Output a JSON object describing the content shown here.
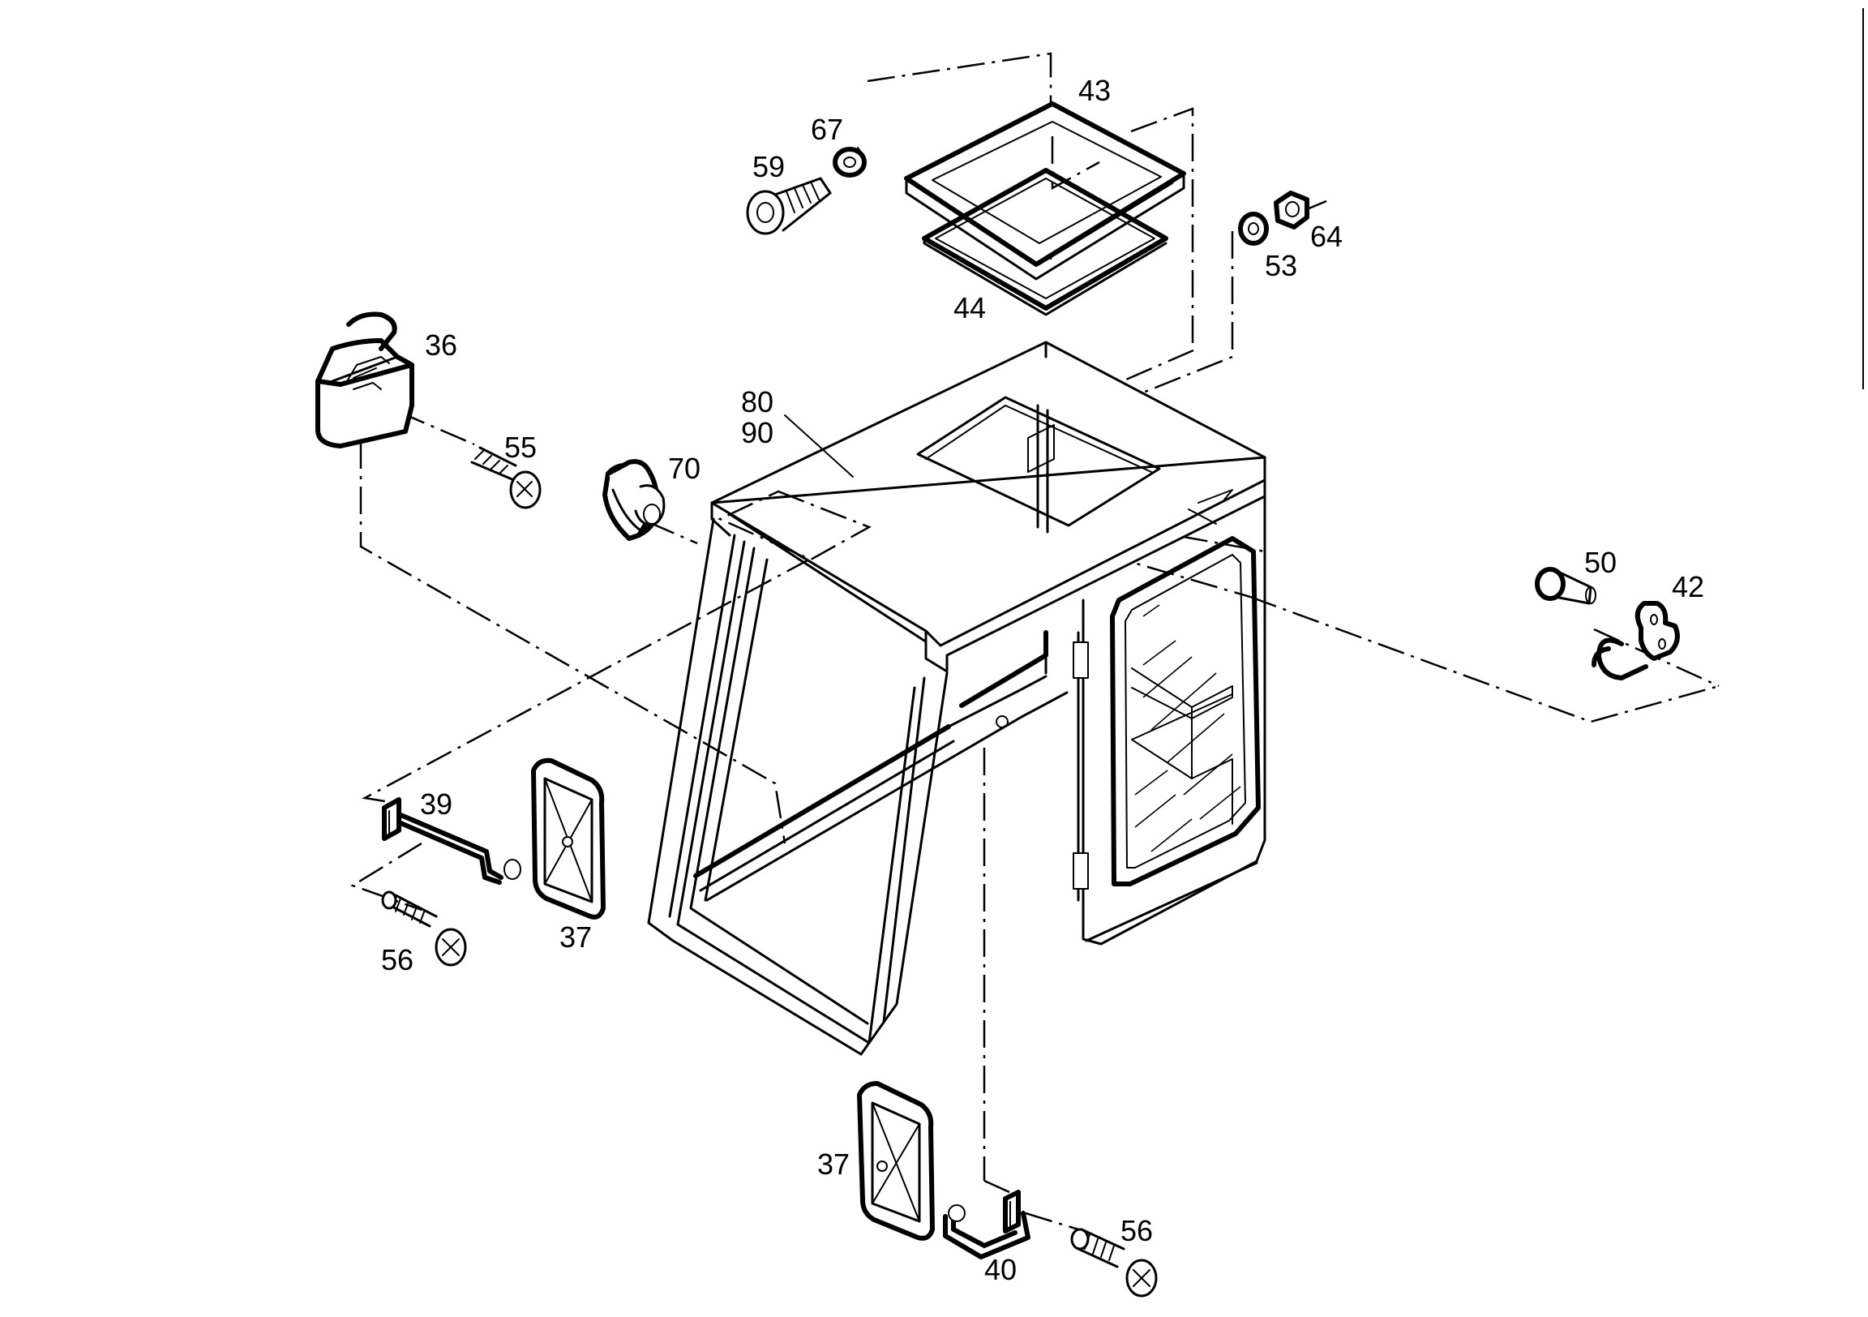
{
  "diagram": {
    "colors": {
      "line": "#000000",
      "background": "#ffffff"
    },
    "callouts": [
      {
        "id": "p43",
        "text": "43"
      },
      {
        "id": "p67",
        "text": "67"
      },
      {
        "id": "p59",
        "text": "59"
      },
      {
        "id": "p64",
        "text": "64"
      },
      {
        "id": "p53",
        "text": "53"
      },
      {
        "id": "p44",
        "text": "44"
      },
      {
        "id": "p36",
        "text": "36"
      },
      {
        "id": "p55",
        "text": "55"
      },
      {
        "id": "p80",
        "text": "80"
      },
      {
        "id": "p90",
        "text": "90"
      },
      {
        "id": "p70",
        "text": "70"
      },
      {
        "id": "p50",
        "text": "50"
      },
      {
        "id": "p42",
        "text": "42"
      },
      {
        "id": "p39",
        "text": "39"
      },
      {
        "id": "p37a",
        "text": "37"
      },
      {
        "id": "p56a",
        "text": "56"
      },
      {
        "id": "p37b",
        "text": "37"
      },
      {
        "id": "p40",
        "text": "40"
      },
      {
        "id": "p56b",
        "text": "56"
      }
    ]
  }
}
